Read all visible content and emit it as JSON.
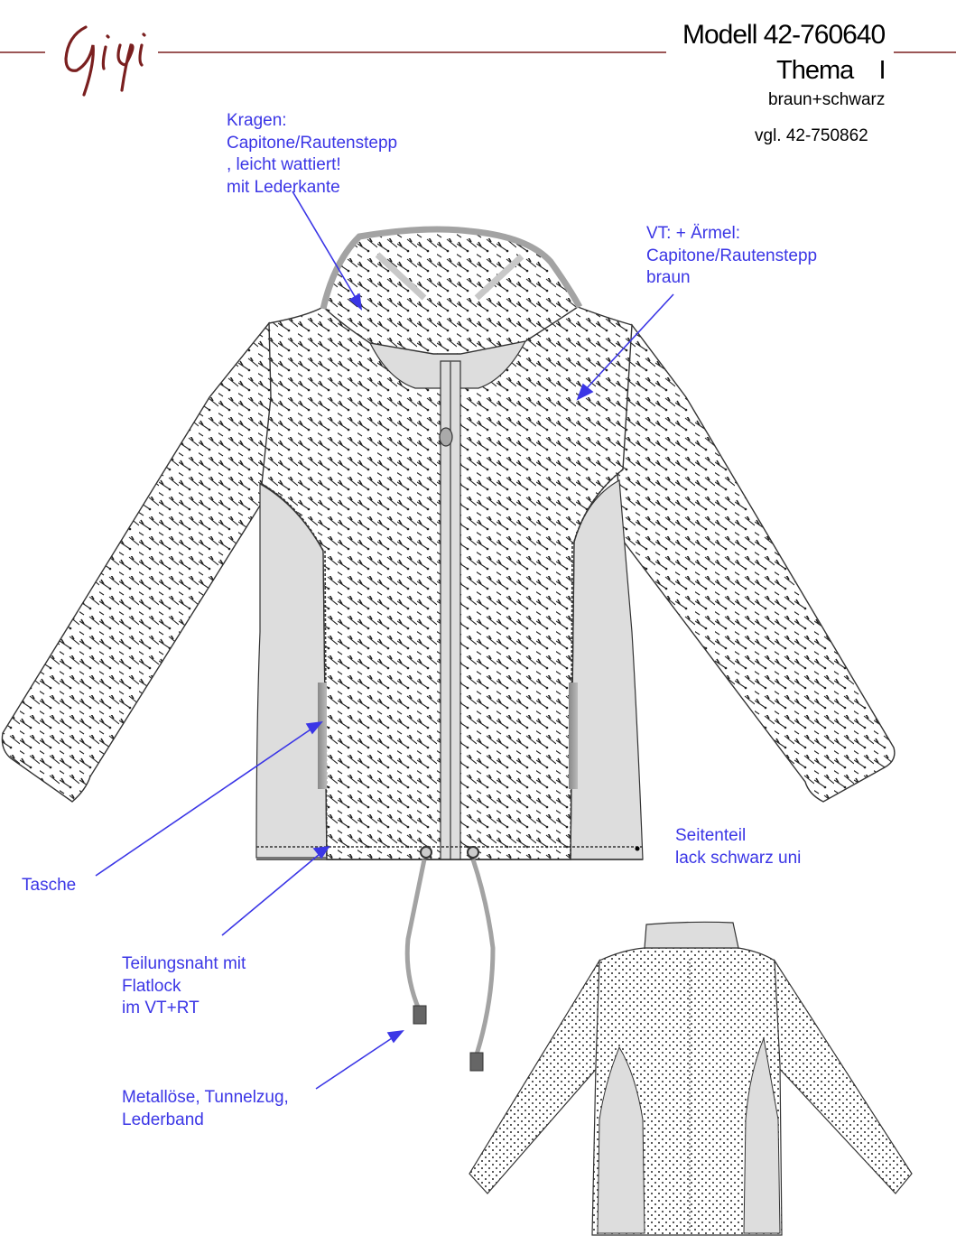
{
  "brand": {
    "logo_text": "Gigi",
    "rule_color": "#7a1f1f"
  },
  "header": {
    "model": "Modell 42-760640",
    "theme": "Thema    I",
    "colors": "braun+schwarz",
    "compare": "vgl. 42-750862"
  },
  "annotations": {
    "collar": [
      "Kragen:",
      "Capitone/Rautenstepp",
      ", leicht wattiert!",
      "mit Lederkante"
    ],
    "front_sleeve": [
      "VT: + Ärmel:",
      "Capitone/Rautenstepp",
      "braun"
    ],
    "side_panel": [
      "Seitenteil",
      "lack schwarz uni"
    ],
    "pocket": [
      "Tasche"
    ],
    "seam": [
      "Teilungsnaht mit",
      "Flatlock",
      "im VT+RT"
    ],
    "drawstring": [
      "Metallöse, Tunnelzug,",
      "Lederband"
    ]
  },
  "colors": {
    "annotation": "#3b36e6",
    "side_panel": "#dddddd",
    "collar_trim": "#a3a3a3",
    "outline": "#333333"
  }
}
